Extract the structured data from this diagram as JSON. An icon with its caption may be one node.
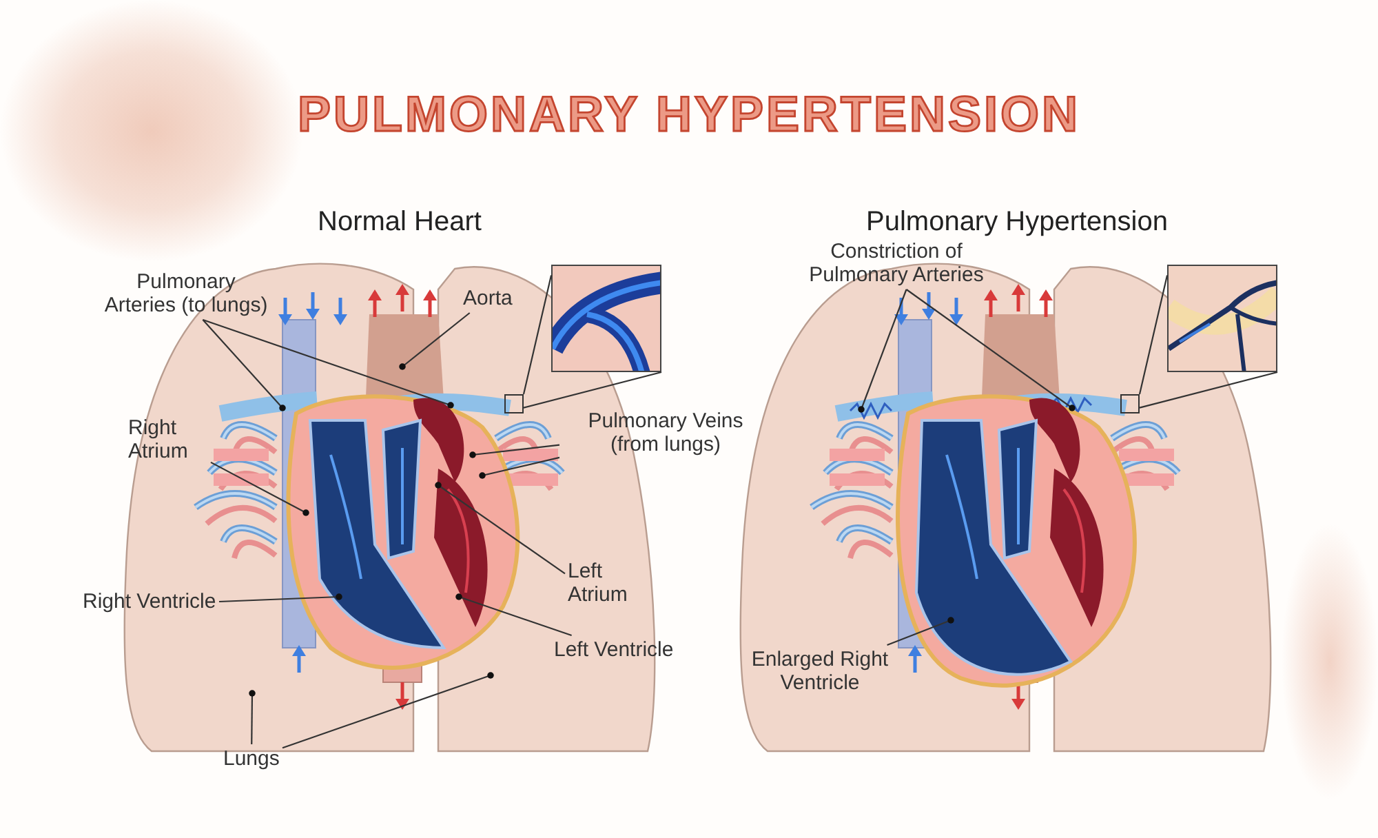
{
  "diagram": {
    "title": "PULMONARY HYPERTENSION",
    "nodes": [
      {
        "text": [
          "Pulmonary Arteries (to lungs)"
        ]
      },
      {
        "text": [
          "Aorta"
        ]
      },
      {
        "text": [
          "Right Atrium"
        ]
      },
      {
        "text": [
          "Pulmonary Veins (from lungs)"
        ]
      },
      {
        "text": [
          "Left Atrium"
        ]
      },
      {
        "text": [
          "Right Ventricle"
        ]
      },
      {
        "text": [
          "Left Ventricle"
        ]
      },
      {
        "text": [
          "Lungs"
        ]
      },
      {
        "text": [],
        "shape": "picture"
      },
      {
        "text": [],
        "shape": "box"
      },
      {
        "text": [
          "Constriction of Pulmonary Arteries"
        ]
      },
      {
        "text": [
          "Enlarged Right Ventricle"
        ]
      },
      {
        "text": [],
        "shape": "picture"
      },
      {
        "text": [],
        "shape": "box"
      }
    ],
    "edges": [
      {
        "from": 0,
        "to": null,
        "arrow": "other"
      },
      {
        "from": 0,
        "to": null,
        "arrow": "other"
      },
      {
        "from": 1,
        "to": null,
        "arrow": "other"
      },
      {
        "from": 2,
        "to": null,
        "arrow": "other"
      },
      {
        "from": 3,
        "to": null,
        "arrow": "other"
      },
      {
        "from": 3,
        "to": null,
        "arrow": "other"
      },
      {
        "from": 4,
        "to": null,
        "arrow": "other"
      },
      {
        "from": 5,
        "to": null,
        "arrow": "other"
      },
      {
        "from": 6,
        "to": null,
        "arrow": "other"
      },
      {
        "from": 7,
        "to": null,
        "arrow": "other"
      },
      {
        "from": 7,
        "to": null,
        "arrow": "other"
      },
      {
        "from": 9,
        "to": 8,
        "arrow": "none"
      },
      {
        "from": 9,
        "to": 8,
        "arrow": "none"
      },
      {
        "from": 10,
        "to": null,
        "arrow": "other"
      },
      {
        "from": 10,
        "to": null,
        "arrow": "other"
      },
      {
        "from": 11,
        "to": null,
        "arrow": "other"
      },
      {
        "from": 13,
        "to": 12,
        "arrow": "none"
      },
      {
        "from": 13,
        "to": 12,
        "arrow": "none"
      }
    ],
    "labels": [
      "Normal Heart",
      "Pulmonary Hypertension"
    ]
  }
}
